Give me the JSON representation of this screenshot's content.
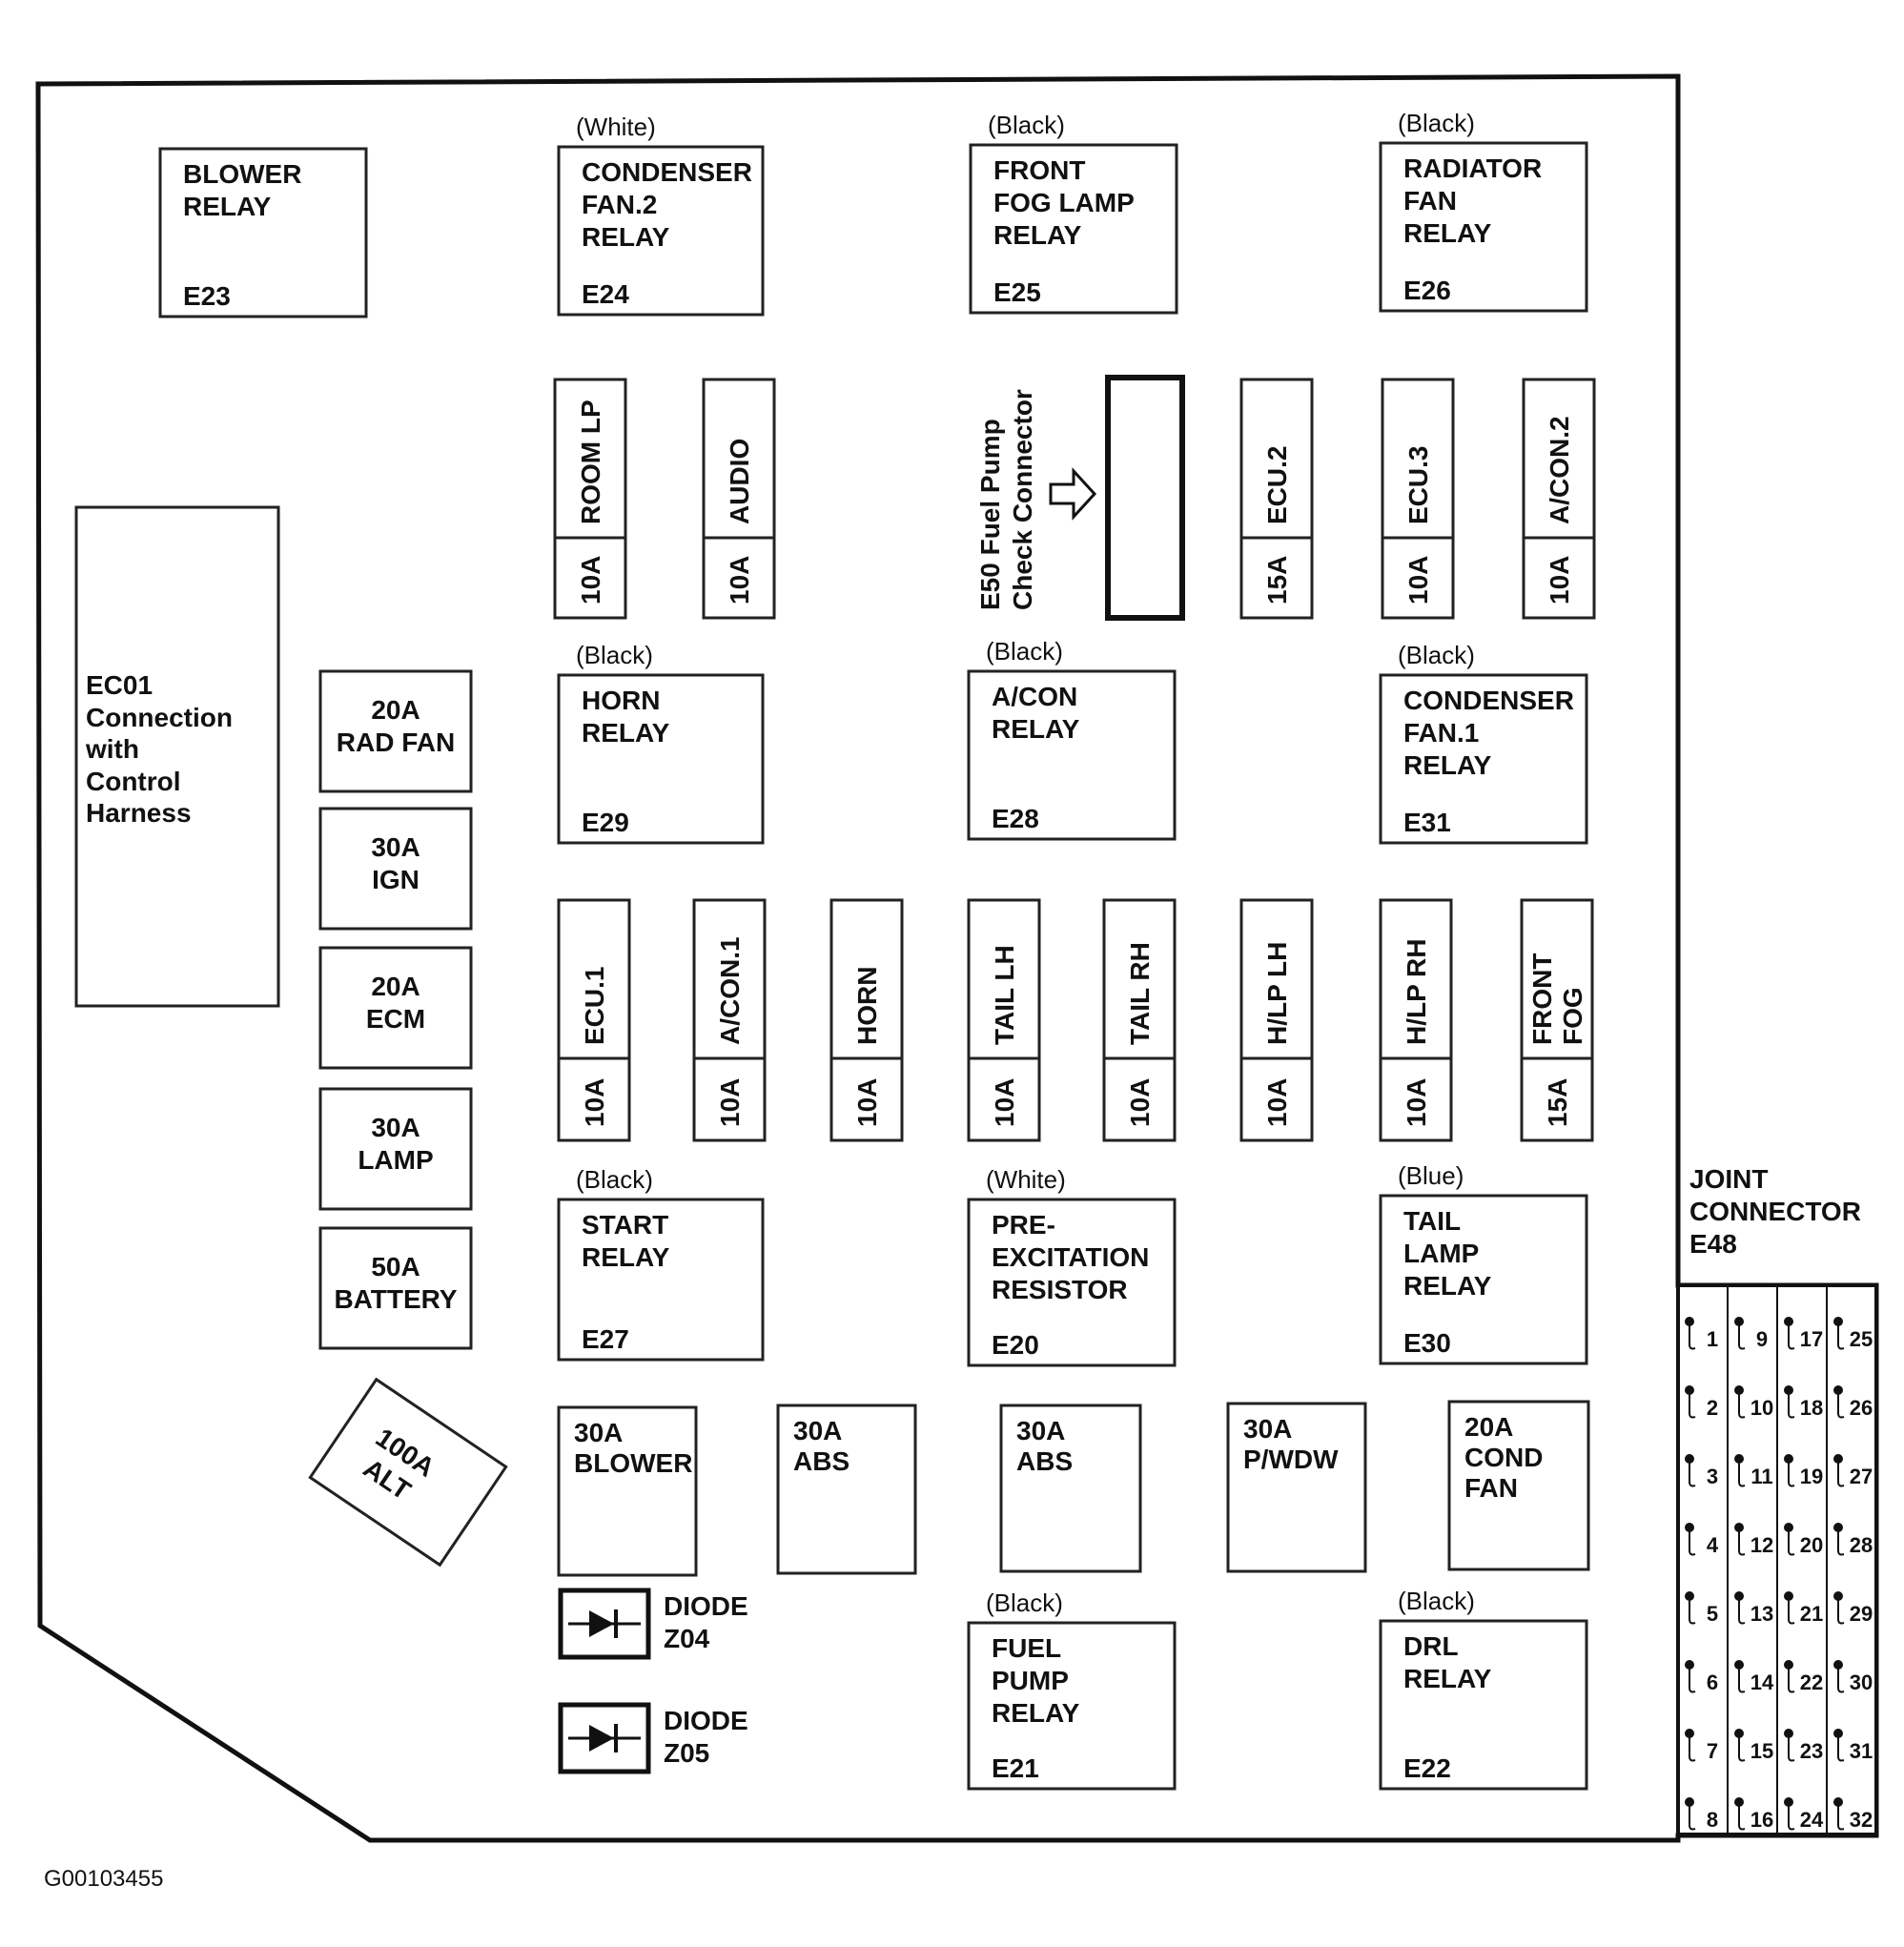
{
  "figure_id": "G00103455",
  "connector": {
    "lines": [
      "EC01",
      "Connection",
      "with",
      "Control",
      "Harness"
    ]
  },
  "relays": [
    {
      "id": "E23",
      "lines": [
        "BLOWER",
        "RELAY"
      ],
      "color": ""
    },
    {
      "id": "E24",
      "lines": [
        "CONDENSER",
        "FAN.2",
        "RELAY"
      ],
      "color": "(White)"
    },
    {
      "id": "E25",
      "lines": [
        "FRONT",
        "FOG LAMP",
        "RELAY"
      ],
      "color": "(Black)"
    },
    {
      "id": "E26",
      "lines": [
        "RADIATOR",
        "FAN",
        "RELAY"
      ],
      "color": "(Black)"
    },
    {
      "id": "E29",
      "lines": [
        "HORN",
        "RELAY"
      ],
      "color": "(Black)"
    },
    {
      "id": "E28",
      "lines": [
        "A/CON",
        "RELAY"
      ],
      "color": "(Black)"
    },
    {
      "id": "E31",
      "lines": [
        "CONDENSER",
        "FAN.1",
        "RELAY"
      ],
      "color": "(Black)"
    },
    {
      "id": "E27",
      "lines": [
        "START",
        "RELAY"
      ],
      "color": "(Black)"
    },
    {
      "id": "E20",
      "lines": [
        "PRE-",
        "EXCITATION",
        "RESISTOR"
      ],
      "color": "(White)"
    },
    {
      "id": "E30",
      "lines": [
        "TAIL",
        "LAMP",
        "RELAY"
      ],
      "color": "(Blue)"
    },
    {
      "id": "E21",
      "lines": [
        "FUEL",
        "PUMP",
        "RELAY"
      ],
      "color": "(Black)"
    },
    {
      "id": "E22",
      "lines": [
        "DRL",
        "RELAY"
      ],
      "color": "(Black)"
    }
  ],
  "fusible_links": [
    {
      "lines": [
        "20A",
        "RAD FAN"
      ]
    },
    {
      "lines": [
        "30A",
        "IGN"
      ]
    },
    {
      "lines": [
        "20A",
        "ECM"
      ]
    },
    {
      "lines": [
        "30A",
        "LAMP"
      ]
    },
    {
      "lines": [
        "50A",
        "BATTERY"
      ]
    }
  ],
  "alt_fuse": {
    "lines": [
      "100A",
      "ALT"
    ]
  },
  "mini_fuses_top": [
    {
      "name": "ROOM LP",
      "rating": "10A"
    },
    {
      "name": "AUDIO",
      "rating": "10A"
    },
    {
      "name": "ECU.2",
      "rating": "15A"
    },
    {
      "name": "ECU.3",
      "rating": "10A"
    },
    {
      "name": "A/CON.2",
      "rating": "10A"
    }
  ],
  "fuel_pump_check": {
    "lines": [
      "E50 Fuel Pump",
      "Check Connector"
    ]
  },
  "mini_fuses_mid": [
    {
      "name": [
        "ECU.1"
      ],
      "rating": "10A"
    },
    {
      "name": [
        "A/CON.1"
      ],
      "rating": "10A"
    },
    {
      "name": [
        "HORN"
      ],
      "rating": "10A"
    },
    {
      "name": [
        "TAIL LH"
      ],
      "rating": "10A"
    },
    {
      "name": [
        "TAIL RH"
      ],
      "rating": "10A"
    },
    {
      "name": [
        "H/LP LH"
      ],
      "rating": "10A"
    },
    {
      "name": [
        "H/LP RH"
      ],
      "rating": "10A"
    },
    {
      "name": [
        "FRONT",
        "FOG"
      ],
      "rating": "15A"
    }
  ],
  "large_fuses": [
    {
      "lines": [
        "30A",
        "BLOWER"
      ]
    },
    {
      "lines": [
        "30A",
        "ABS"
      ]
    },
    {
      "lines": [
        "30A",
        "ABS"
      ]
    },
    {
      "lines": [
        "30A",
        "P/WDW"
      ]
    },
    {
      "lines": [
        "20A",
        "COND",
        "FAN"
      ]
    }
  ],
  "diodes": [
    {
      "lines": [
        "DIODE",
        "Z04"
      ]
    },
    {
      "lines": [
        "DIODE",
        "Z05"
      ]
    }
  ],
  "joint_connector": {
    "lines": [
      "JOINT",
      "CONNECTOR",
      "E48"
    ],
    "pins": [
      "1",
      "2",
      "3",
      "4",
      "5",
      "6",
      "7",
      "8",
      "9",
      "10",
      "11",
      "12",
      "13",
      "14",
      "15",
      "16",
      "17",
      "18",
      "19",
      "20",
      "21",
      "22",
      "23",
      "24",
      "25",
      "26",
      "27",
      "28",
      "29",
      "30",
      "31",
      "32"
    ]
  }
}
